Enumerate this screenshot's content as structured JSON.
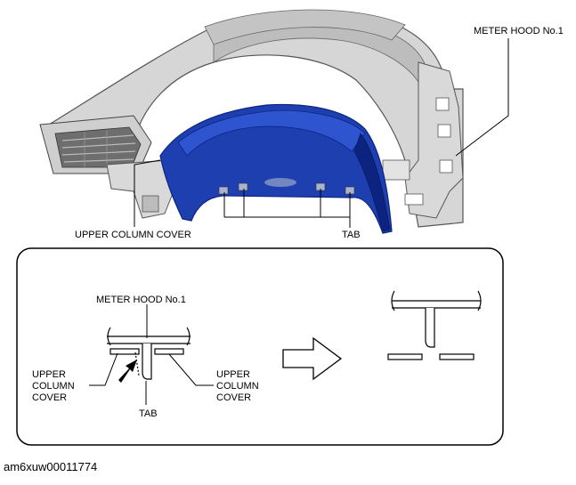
{
  "labels": {
    "meter_hood_top": "METER HOOD No.1",
    "upper_column_cover_top": "UPPER COLUMN COVER",
    "tab_top": "TAB",
    "meter_hood_detail": "METER HOOD No.1",
    "upper_left_line1": "UPPER",
    "upper_left_line2": "COLUMN",
    "upper_left_line3": "COVER",
    "upper_right_line1": "UPPER",
    "upper_right_line2": "COLUMN",
    "upper_right_line3": "COVER",
    "tab_detail": "TAB"
  },
  "figure_code": "am6xuw00011774",
  "colors": {
    "column_cover_fill": "#1d3fb0",
    "column_cover_dark": "#0c2480",
    "hood_fill": "#d6d6d6",
    "hood_shade": "#a9a9a9",
    "line": "#000000"
  }
}
